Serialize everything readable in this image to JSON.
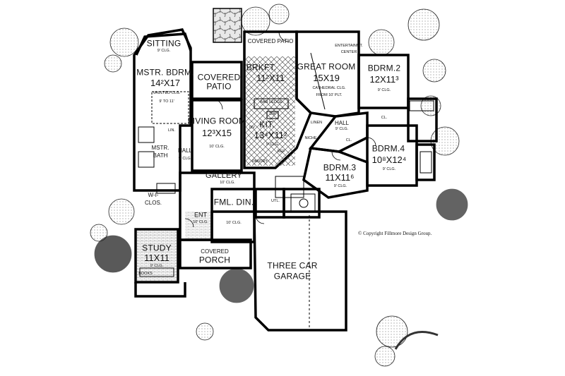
{
  "copyright": "© Copyright Fillmore Design Group.",
  "rooms": {
    "sitting": {
      "name": "SITTING",
      "note": "9' CLG."
    },
    "master": {
      "name": "MSTR. BDRM.",
      "dims": "14²X17",
      "note1": "VAULTED CLG.",
      "note2": "9' TO 11'"
    },
    "patio_left": {
      "name1": "COVERED",
      "name2": "PATIO"
    },
    "patio_top": {
      "name": "COVERED PATIO"
    },
    "brkft": {
      "name": "BRKFT.",
      "dims": "11²X11"
    },
    "great": {
      "name": "GREAT ROOM",
      "dims": "15X19",
      "note1": "CATHEDRAL CLG.",
      "note2": "FROM 10' PLT."
    },
    "entertainment": {
      "name1": "ENTERTAINMT.",
      "name2": "CENTER"
    },
    "bdrm2": {
      "name": "BDRM.2",
      "dims": "12X11³",
      "note": "9' CLG."
    },
    "living": {
      "name": "LIVING ROOM",
      "dims": "12³X15",
      "note": "10' CLG."
    },
    "kit": {
      "name": "KIT.",
      "dims": "13⁴X11²",
      "note": "9' CLG.",
      "bar": "BAR LEDGE",
      "dw": "DW",
      "ov": "OV",
      "ref": "REF",
      "pantry": "PANTRY"
    },
    "mstr_bath": {
      "name1": "MSTR.",
      "name2": "BATH",
      "lin": "LIN."
    },
    "hall_left": {
      "name": "HALL",
      "note": "9' CLG."
    },
    "hall_right": {
      "name": "HALL",
      "note": "9' CLG.",
      "linen": "LINEN",
      "niche": "NICHE"
    },
    "bdrm4": {
      "name": "BDRM.4",
      "dims": "10⁸X12⁴",
      "note": "9' CLG.",
      "cl": "CL."
    },
    "bdrm3": {
      "name": "BDRM.3",
      "dims": "11X11⁶",
      "note": "9' CLG.",
      "cl": "CL."
    },
    "gallery": {
      "name": "GALLERY",
      "note": "10' CLG."
    },
    "wicl": {
      "name1": "W-I-",
      "name2": "CLOS."
    },
    "ent": {
      "name": "ENT",
      "note": "10' CLG."
    },
    "fml_din": {
      "name": "FML. DIN.",
      "note": "10' CLG."
    },
    "utl": {
      "name": "UTL."
    },
    "study": {
      "name": "STUDY",
      "dims": "11X11",
      "note": "9' CLG.",
      "books": "BOOKS"
    },
    "porch": {
      "name1": "COVERED",
      "name2": "PORCH"
    },
    "garage": {
      "name1": "THREE CAR",
      "name2": "GARAGE"
    }
  }
}
